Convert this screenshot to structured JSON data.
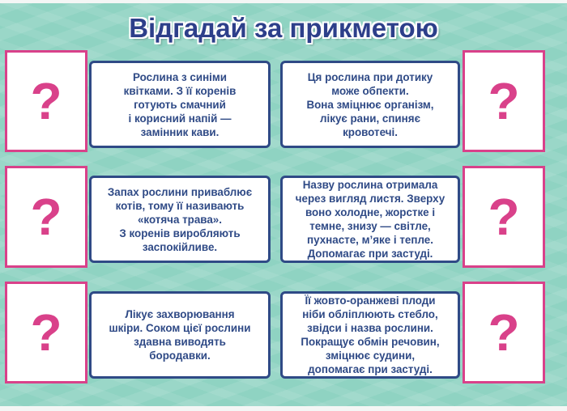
{
  "title": "Відгадай за прикметою",
  "cards": [
    {
      "question_mark": "?",
      "text": "Рослина з синіми\nквітками. З її коренів\nготують смачний\nі корисний напій —\nзамінник кави."
    },
    {
      "question_mark": "?",
      "text": "Ця рослина при дотику\nможе обпекти.\nВона зміцнює організм,\nлікує рани, спиняє\nкровотечі."
    },
    {
      "question_mark": "?",
      "text": "Запах рослини приваблює\nкотів, тому її називають\n«котяча трава».\nЗ коренів виробляють\nзаспокійливе."
    },
    {
      "question_mark": "?",
      "text": "Назву рослина отримала\nчерез вигляд листя. Зверху\nвоно холодне, жорстке і\nтемне, знизу — світле,\nпухнасте, м’яке і тепле.\nДопомагає при застуді."
    },
    {
      "question_mark": "?",
      "text": "Лікує захворювання\nшкіри. Соком цієї рослини\nздавна виводять\nбородавки."
    },
    {
      "question_mark": "?",
      "text": "Її жовто-оранжеві плоди\nніби обліплюють стебло,\nзвідси і назва рослини.\nПокращує обмін речовин,\nзміцнює судини,\nдопомагає при застуді."
    }
  ],
  "colors": {
    "accent": "#d9418a",
    "text": "#2f4a86",
    "background": "#8fd3c2"
  }
}
